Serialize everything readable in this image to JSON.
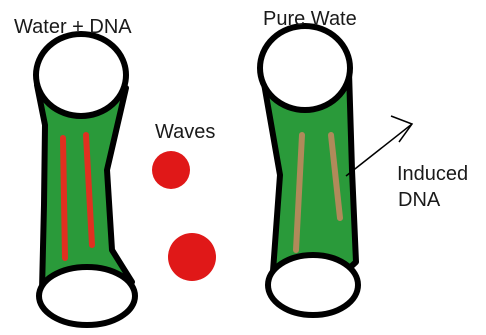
{
  "labels": {
    "left_tube": "Water + DNA",
    "right_tube": "Pure Wate",
    "waves": "Waves",
    "induced_line1": "Induced",
    "induced_line2": "DNA"
  },
  "colors": {
    "tube_fill": "#2a9a3a",
    "outline": "#000000",
    "cap_fill": "#ffffff",
    "dna_left": "#e03020",
    "dna_right": "#b08a5a",
    "wave_dot": "#e01818",
    "background": "#ffffff"
  }
}
